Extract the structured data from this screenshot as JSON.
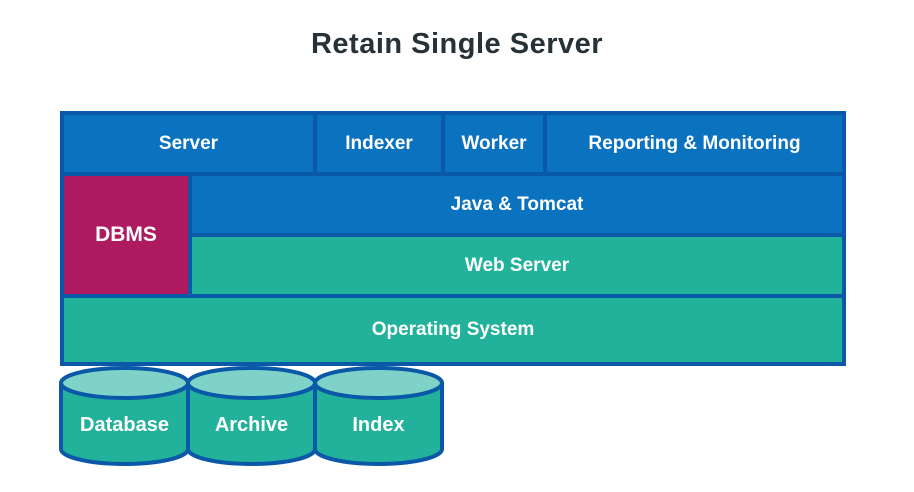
{
  "title": "Retain Single Server",
  "colors": {
    "box_blue": "#0A72BE",
    "border_blue": "#0A58A8",
    "dbms_magenta": "#AD1A5F",
    "layer_teal": "#22B29B",
    "cylinder_top_teal": "#7FD2C7",
    "title_text": "#263238",
    "label_text": "#FFFFFF"
  },
  "stack": {
    "top_row": [
      {
        "label": "Server"
      },
      {
        "label": "Indexer"
      },
      {
        "label": "Worker"
      },
      {
        "label": "Reporting & Monitoring"
      }
    ],
    "dbms_label": "DBMS",
    "java_tomcat_label": "Java & Tomcat",
    "web_server_label": "Web Server",
    "os_label": "Operating System"
  },
  "storage": {
    "cylinders": [
      {
        "label": "Database"
      },
      {
        "label": "Archive"
      },
      {
        "label": "Index"
      }
    ]
  }
}
